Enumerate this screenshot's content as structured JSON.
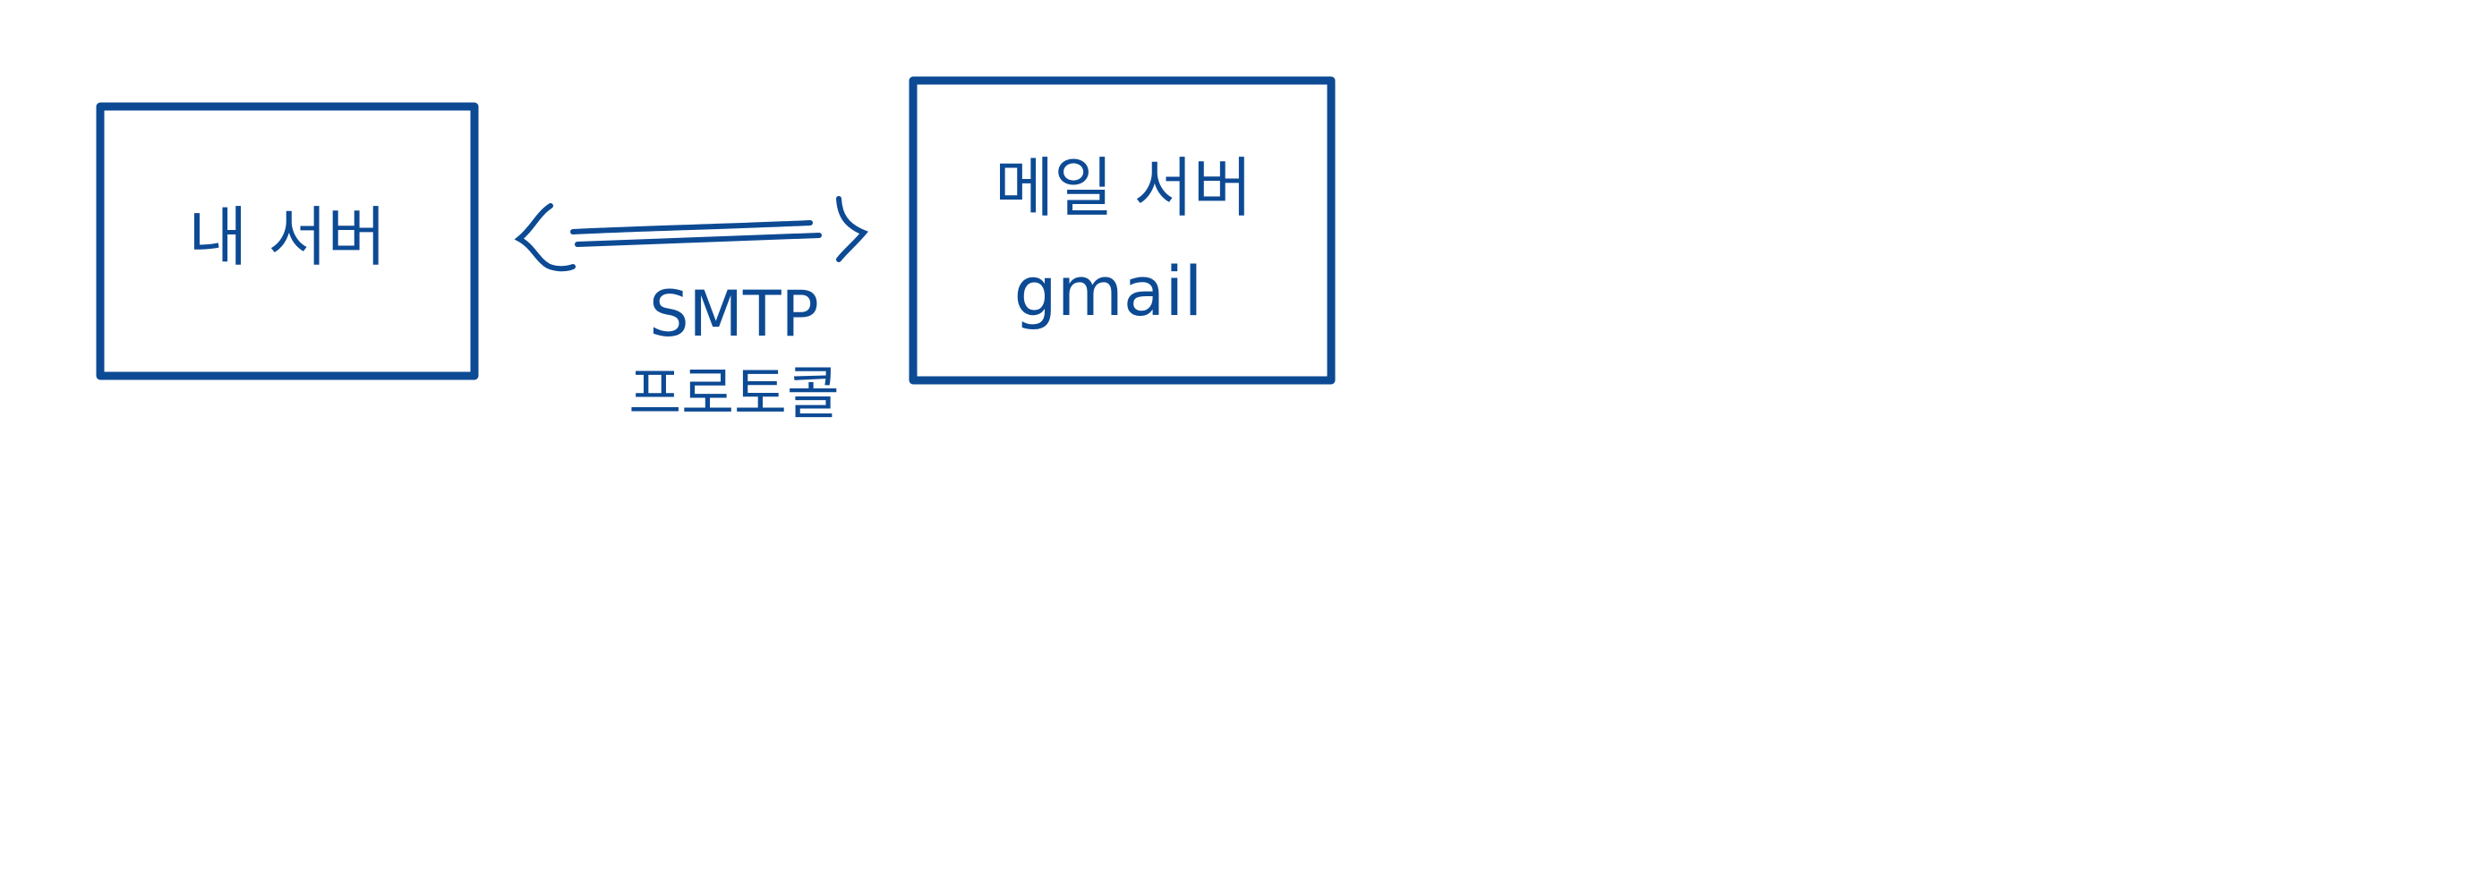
{
  "colors": {
    "stroke": "#0d4a94",
    "background": "#ffffff"
  },
  "nodes": {
    "my_server": {
      "label": "내 서버"
    },
    "mail_server": {
      "label": "메일 서버",
      "sublabel": "gmail"
    }
  },
  "edge": {
    "label_line1": "SMTP",
    "label_line2": "프로토콜",
    "direction": "bidirectional"
  }
}
